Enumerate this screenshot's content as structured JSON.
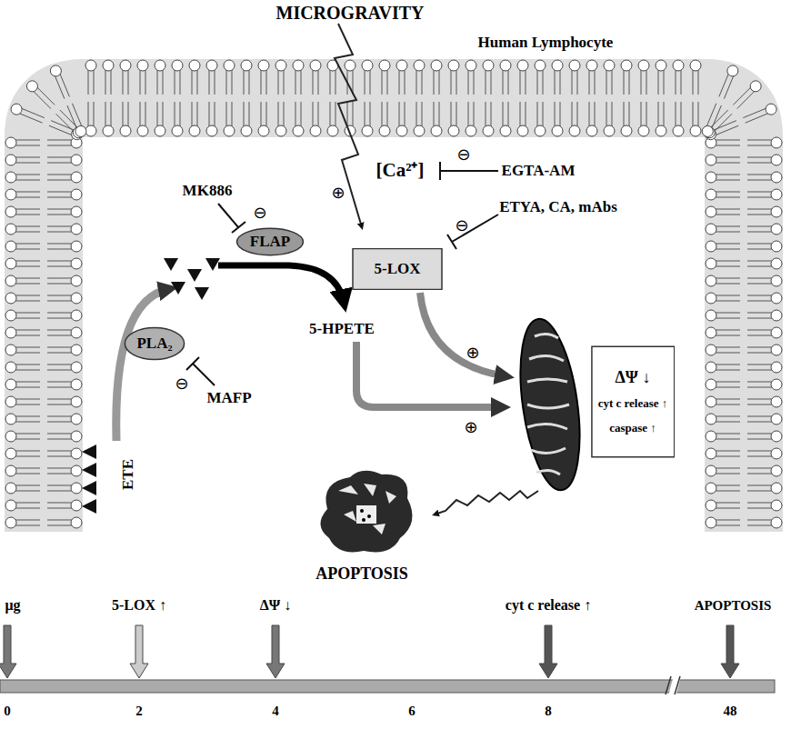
{
  "diagram": {
    "nodes": [
      {
        "text": [
          "FLAP"
        ]
      },
      {
        "text": [
          "PLA₂"
        ]
      },
      {
        "text": [
          "5-LOX"
        ]
      },
      {
        "text": [
          "ΔΨ ↓",
          "cyt c release ↑",
          "caspase ↑"
        ]
      }
    ],
    "labels": [
      "MICROGRAVITY",
      "Human Lymphocyte",
      "MK886",
      "⊖",
      "[Ca²⁺]",
      "⊖",
      "EGTA-AM",
      "ETYA, CA, mAbs",
      "⊖",
      "⊕",
      "5-HPETE",
      "⊕",
      "⊕",
      "⊖",
      "MAFP",
      "ETE",
      "APOPTOSIS",
      "μg",
      "5-LOX ↑",
      "ΔΨ ↓",
      "cyt c release ↑",
      "APOPTOSIS",
      "0",
      "2",
      "4",
      "6",
      "8",
      "48"
    ]
  }
}
